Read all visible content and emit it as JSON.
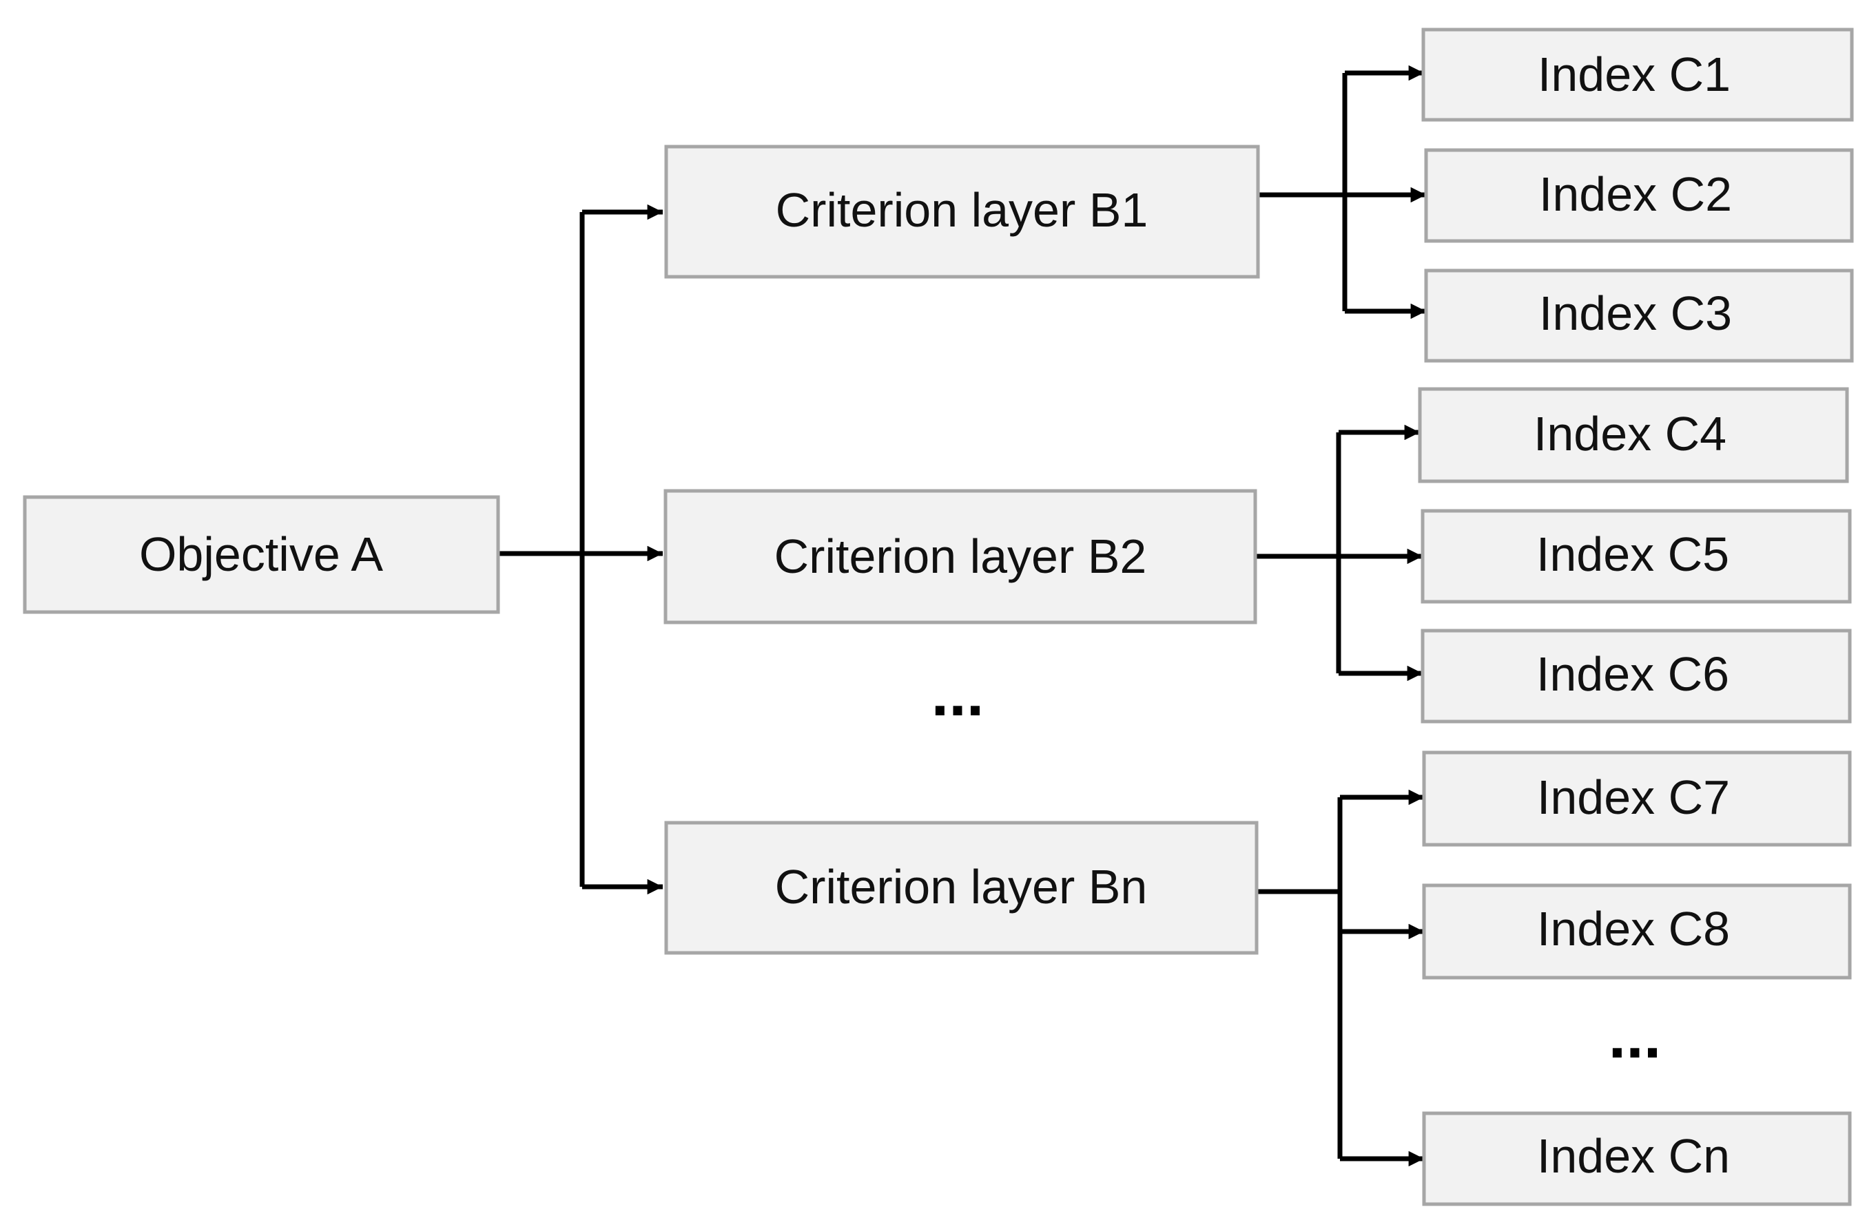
{
  "objective": {
    "label": "Objective A"
  },
  "criteria": [
    {
      "label": "Criterion layer B1"
    },
    {
      "label": "Criterion layer B2"
    },
    {
      "label": "Criterion layer Bn"
    }
  ],
  "criteria_ellipsis": "...",
  "indices": [
    {
      "label": "Index C1"
    },
    {
      "label": "Index C2"
    },
    {
      "label": "Index C3"
    },
    {
      "label": "Index C4"
    },
    {
      "label": "Index C5"
    },
    {
      "label": "Index C6"
    },
    {
      "label": "Index C7"
    },
    {
      "label": "Index C8"
    },
    {
      "label": "Index Cn"
    }
  ],
  "indices_ellipsis": "..."
}
